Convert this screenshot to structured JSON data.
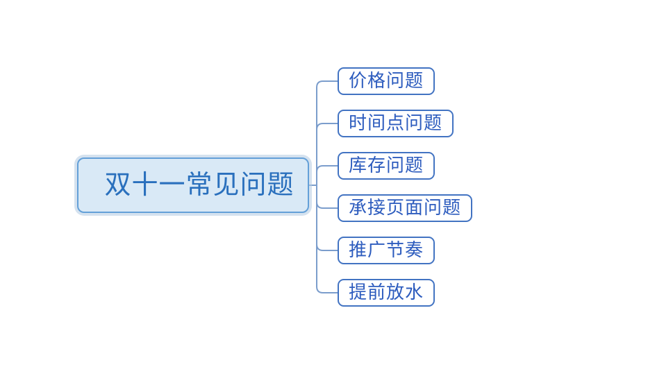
{
  "diagram": {
    "root": {
      "label": "双十一常见问题"
    },
    "children": [
      {
        "label": "价格问题"
      },
      {
        "label": "时间点问题"
      },
      {
        "label": "库存问题"
      },
      {
        "label": "承接页面问题"
      },
      {
        "label": "推广节奏"
      },
      {
        "label": "提前放水"
      }
    ],
    "colors": {
      "root_fill": "#d9e9f6",
      "root_border": "#64a0d8",
      "root_text": "#2a70bd",
      "selection_halo": "rgba(178,202,226,0.55)",
      "child_border": "#4273c2",
      "child_text": "#2d5cbe",
      "connector": "#7b9dcc"
    }
  }
}
